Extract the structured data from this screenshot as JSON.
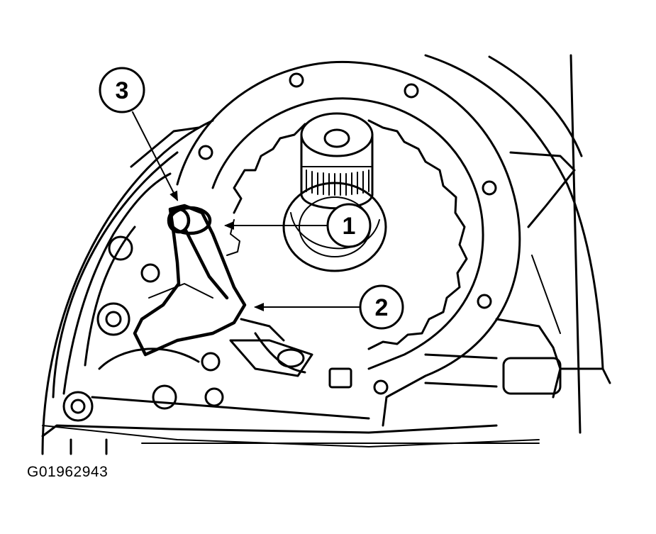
{
  "figure": {
    "id_label": "G01962943",
    "callouts": [
      {
        "number": "1",
        "target": "shaft"
      },
      {
        "number": "2",
        "target": "lever-edge"
      },
      {
        "number": "3",
        "target": "pivot-pin"
      }
    ]
  }
}
